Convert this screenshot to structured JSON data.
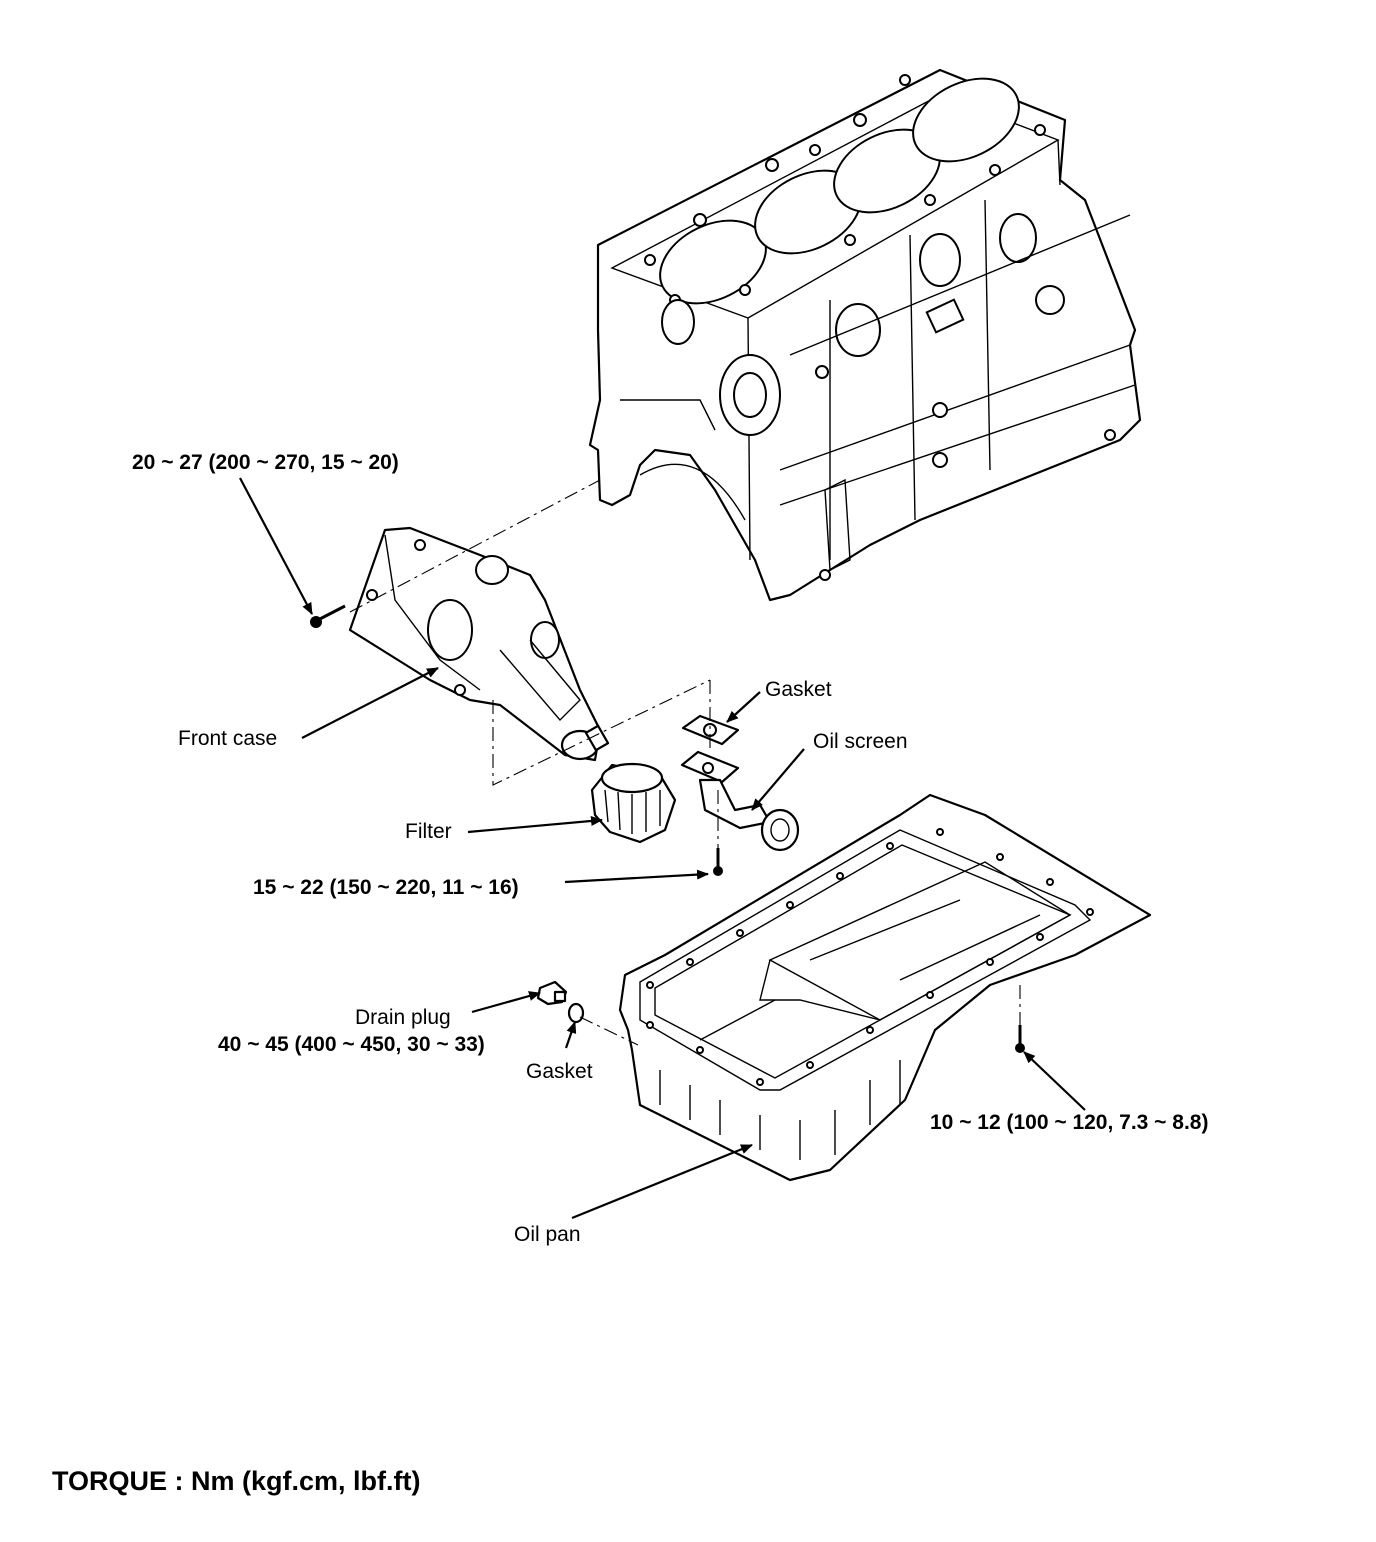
{
  "labels": {
    "front_case_torque": "20 ~ 27 (200 ~ 270, 15 ~ 20)",
    "front_case": "Front case",
    "gasket_top": "Gasket",
    "oil_screen": "Oil screen",
    "filter": "Filter",
    "oil_screen_torque": "15 ~ 22 (150 ~ 220, 11 ~ 16)",
    "drain_plug": "Drain plug",
    "drain_plug_torque": "40 ~ 45 (400 ~ 450, 30 ~ 33)",
    "gasket_bottom": "Gasket",
    "oil_pan_torque": "10 ~ 12 (100 ~ 120, 7.3 ~ 8.8)",
    "oil_pan": "Oil pan"
  },
  "legend": "TORQUE : Nm (kgf.cm, lbf.ft)"
}
